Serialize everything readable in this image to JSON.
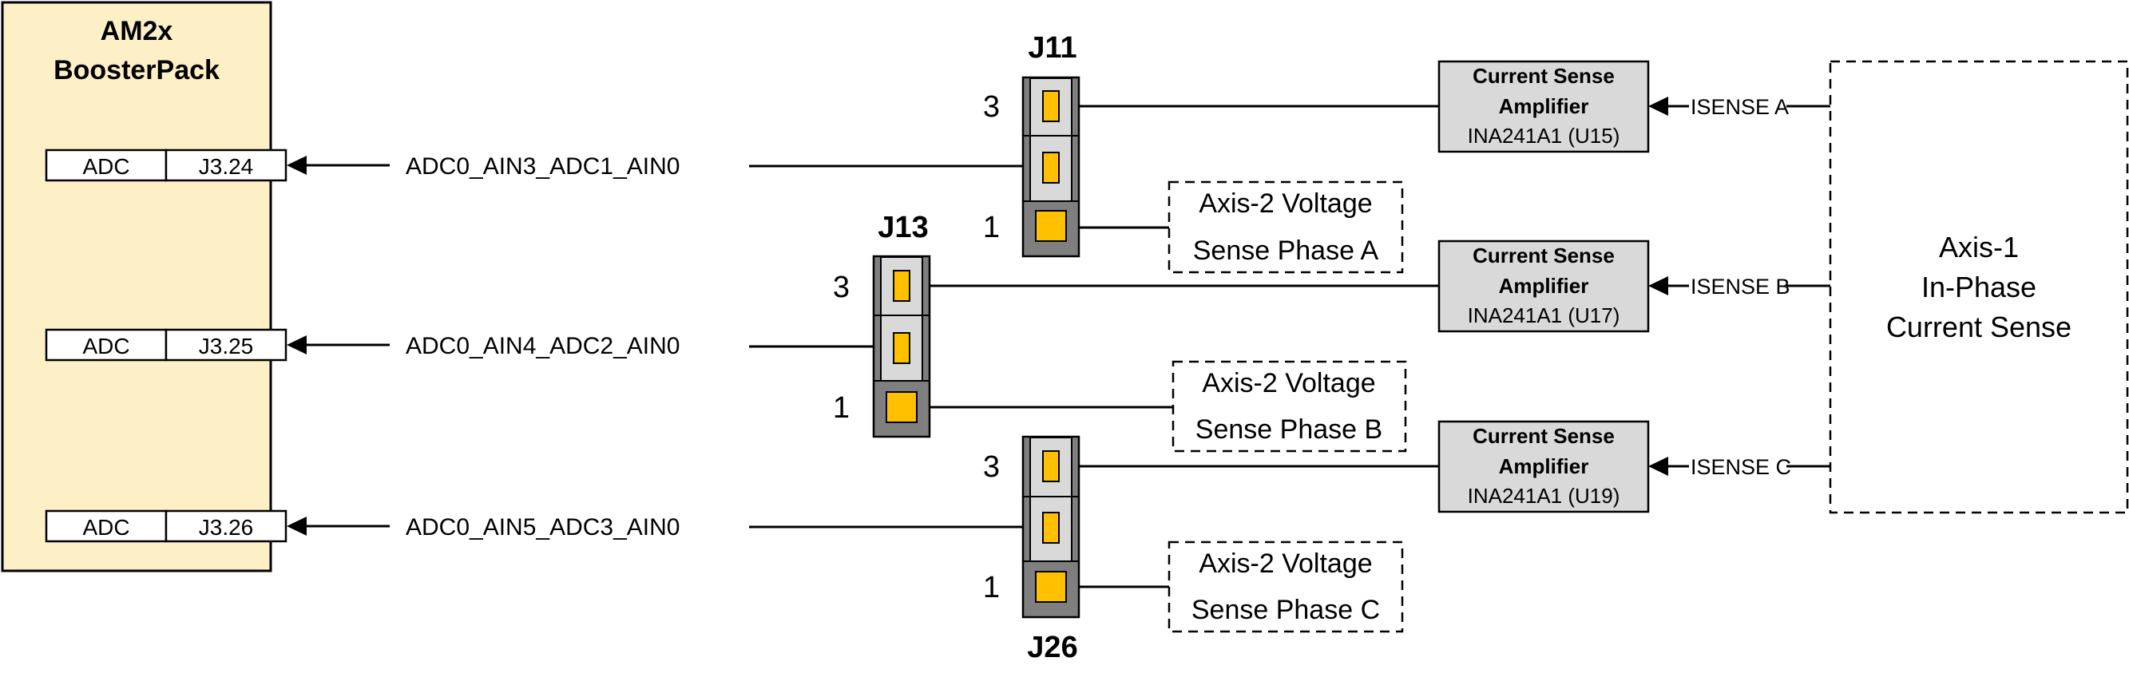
{
  "booster": {
    "title_line1": "AM2x",
    "title_line2": "BoosterPack",
    "ports": [
      {
        "type": "ADC",
        "pin": "J3.24"
      },
      {
        "type": "ADC",
        "pin": "J3.25"
      },
      {
        "type": "ADC",
        "pin": "J3.26"
      }
    ]
  },
  "signals": [
    "ADC0_AIN3_ADC1_AIN0",
    "ADC0_AIN4_ADC2_AIN0",
    "ADC0_AIN5_ADC3_AIN0"
  ],
  "jumpers": [
    {
      "name": "J11",
      "pin_top": "3",
      "pin_bottom": "1"
    },
    {
      "name": "J13",
      "pin_top": "3",
      "pin_bottom": "1"
    },
    {
      "name": "J26",
      "pin_top": "3",
      "pin_bottom": "1"
    }
  ],
  "voltage_sense": [
    {
      "line1": "Axis-2 Voltage",
      "line2": "Sense Phase A"
    },
    {
      "line1": "Axis-2 Voltage",
      "line2": "Sense Phase B"
    },
    {
      "line1": "Axis-2 Voltage",
      "line2": "Sense Phase C"
    }
  ],
  "amplifiers": [
    {
      "line1": "Current Sense",
      "line2": "Amplifier",
      "part": "INA241A1 (U15)",
      "isense": "ISENSE A"
    },
    {
      "line1": "Current Sense",
      "line2": "Amplifier",
      "part": "INA241A1 (U17)",
      "isense": "ISENSE B"
    },
    {
      "line1": "Current Sense",
      "line2": "Amplifier",
      "part": "INA241A1 (U19)",
      "isense": "ISENSE C"
    }
  ],
  "axis1": {
    "line1": "Axis-1",
    "line2": "In-Phase",
    "line3": "Current Sense"
  },
  "colors": {
    "booster_fill": "#fdefc6",
    "pin_yellow": "#ffc000",
    "header_dark": "#7f7f7f",
    "header_light": "#d9d9d9",
    "amp_fill": "#d9d9d9"
  }
}
